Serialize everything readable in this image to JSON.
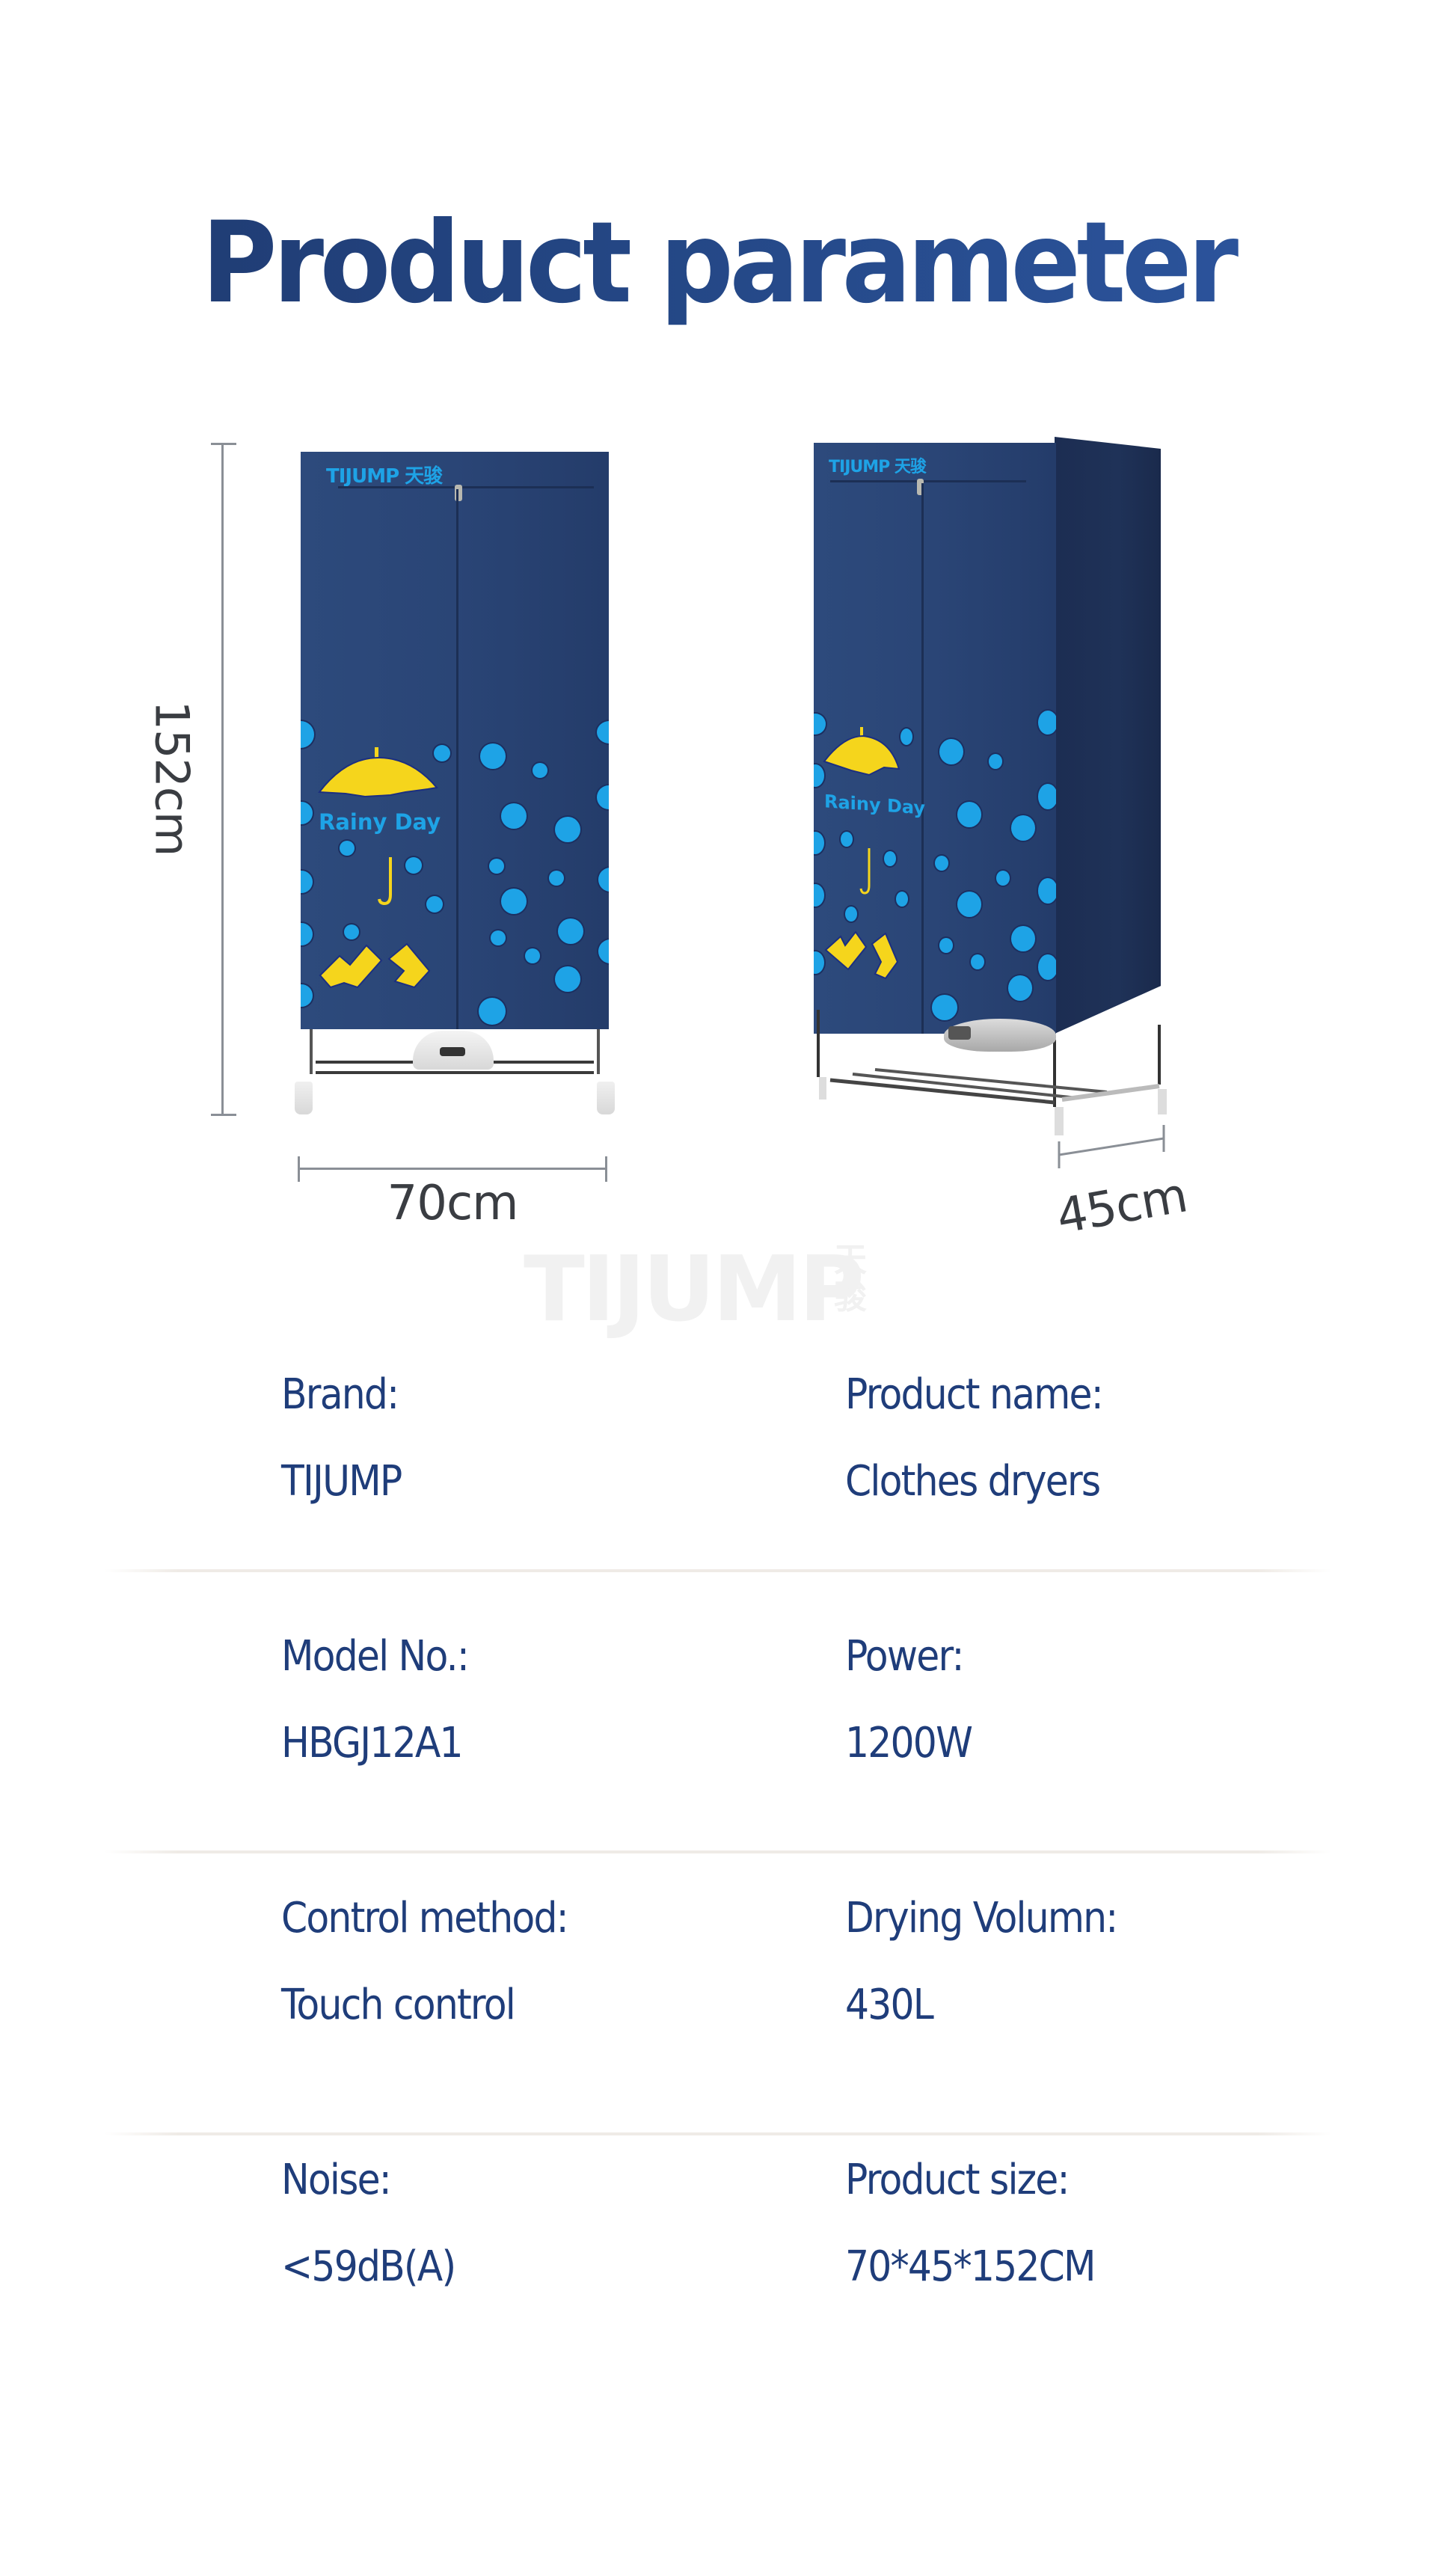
{
  "title": "Product parameter",
  "colors": {
    "title_dark": "#1f3a70",
    "title_light": "#2d56a0",
    "spec_text": "#1f3d7a",
    "cabinet_blue": "#2a4576",
    "dot_blue": "#1ea3e6",
    "accent_yellow": "#f5d51c",
    "divider": "#efebe6",
    "dimension_text": "#3a3d42"
  },
  "product_images": {
    "front": {
      "brand_print": "TIJUMP 天骏",
      "pattern_text": "Rainy Day",
      "icons": [
        "umbrella-icon",
        "umbrella-handle-icon",
        "rain-boots-icon",
        "rain-dots-pattern"
      ]
    },
    "angled": {
      "brand_print": "TIJUMP 天骏",
      "pattern_text": "Rainy Day"
    }
  },
  "dimensions": {
    "height": "152cm",
    "width": "70cm",
    "depth": "45cm"
  },
  "watermark": {
    "text": "TIJUMP",
    "chinese": "天骏"
  },
  "specs": [
    {
      "label": "Brand:",
      "value": "TIJUMP"
    },
    {
      "label": "Product name:",
      "value": "Clothes dryers"
    },
    {
      "label": "Model No.:",
      "value": "HBGJ12A1"
    },
    {
      "label": "Power:",
      "value": "1200W"
    },
    {
      "label": "Control method:",
      "value": "Touch control"
    },
    {
      "label": "Drying Volumn:",
      "value": "430L"
    },
    {
      "label": "Noise:",
      "value": "<59dB(A)"
    },
    {
      "label": "Product size:",
      "value": "70*45*152CM"
    }
  ]
}
